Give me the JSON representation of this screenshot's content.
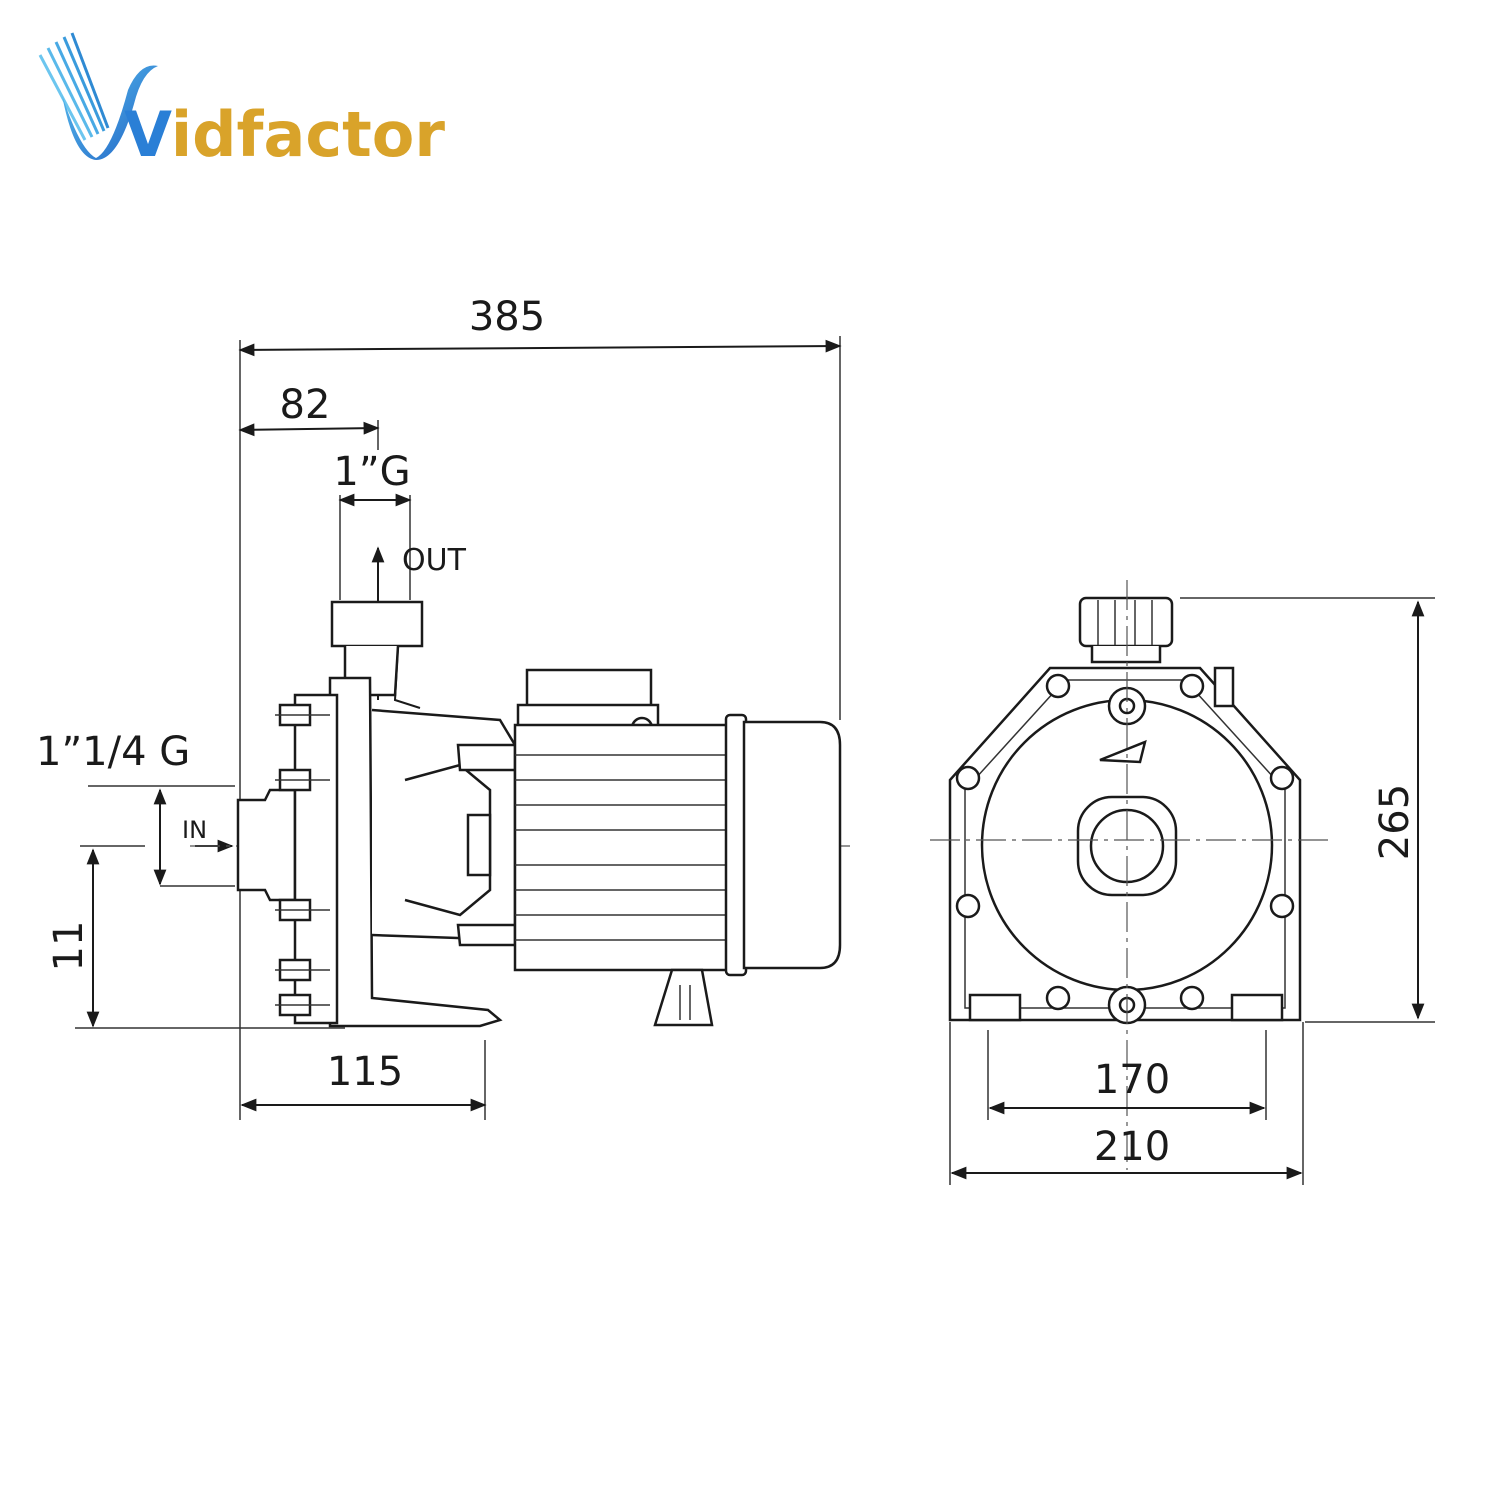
{
  "logo": {
    "text_prefix": "V",
    "text_rest": "idfactor",
    "color_prefix": "#2a7fd6",
    "color_rest": "#d9a32a"
  },
  "side_view": {
    "overall_length": "385",
    "inlet_offset": "82",
    "outlet_size": "1”G",
    "outlet_label": "OUT",
    "inlet_size": "1”1/4 G",
    "inlet_label": "IN",
    "axis_height": "11",
    "base_length": "115"
  },
  "front_view": {
    "height": "265",
    "foot_spacing": "170",
    "base_width": "210"
  },
  "colors": {
    "line": "#1a1a1a"
  }
}
